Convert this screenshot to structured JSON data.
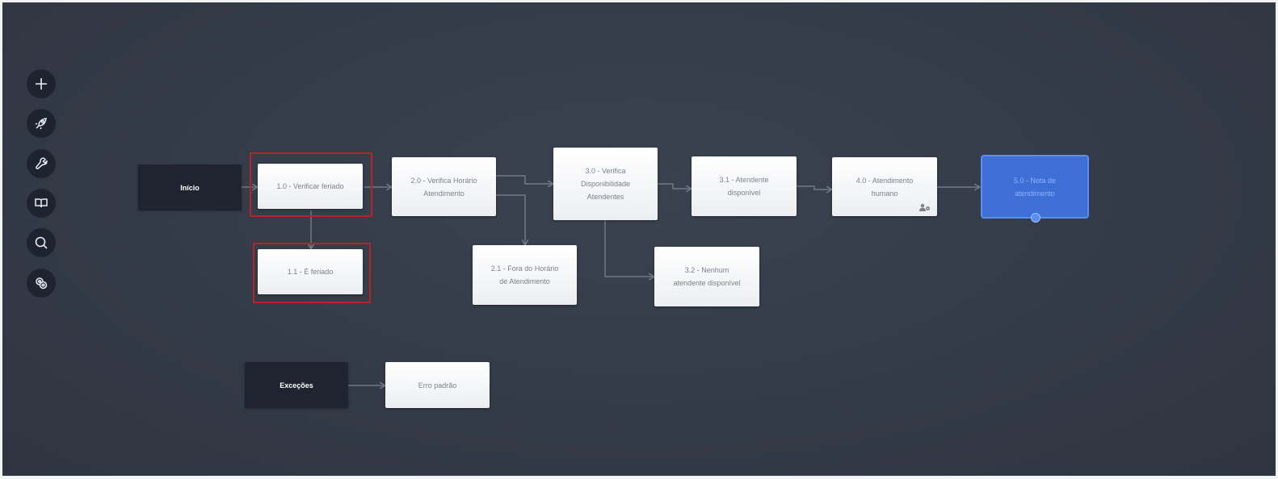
{
  "toolbar": {
    "items": [
      {
        "name": "add-icon"
      },
      {
        "name": "rocket-icon"
      },
      {
        "name": "wrench-icon"
      },
      {
        "name": "book-icon"
      },
      {
        "name": "search-icon"
      },
      {
        "name": "settings-cycle-icon"
      }
    ]
  },
  "flow": {
    "start": "Início",
    "exceptions": "Exceções",
    "nodes": {
      "n1_0": "1.0 - Verificar feriado",
      "n1_1": "1.1 - É feriado",
      "n2_0": "2.0 - Verifica Horário\nAtendimento",
      "n2_1": "2.1 - Fora do Horário\nde Atendimento",
      "n3_0": "3.0 - Verifica\nDisponibilidade\nAtendentes",
      "n3_1": "3.1 - Atendente\ndisponível",
      "n3_2": "3.2 - Nenhum\natendente disponível",
      "n4_0": "4.0 - Atendimento\nhumano",
      "n5_0": "5.0 - Nota de\natendimento",
      "err": "Erro padrão"
    }
  },
  "colors": {
    "canvas": "#343b48",
    "node_dark": "#1f2430",
    "selected_node": "#3e6fd6",
    "highlight_border": "#b3232a",
    "connector": "#7c8594"
  }
}
